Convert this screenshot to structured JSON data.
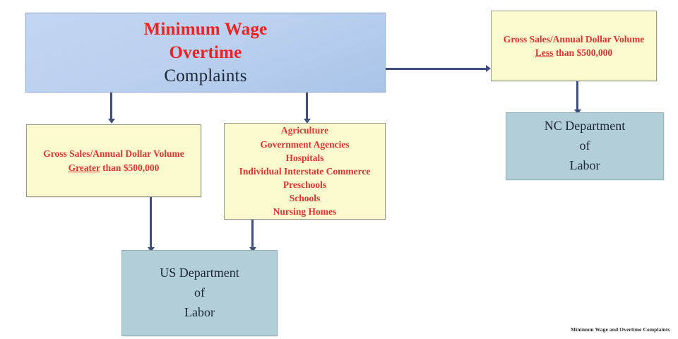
{
  "diagram": {
    "caption": "Minimum Wage and Overtime Complaints",
    "colors": {
      "title_box_fill": "#bcd1ef",
      "criteria_box_fill": "#fbfacf",
      "department_box_fill": "#b2ced6",
      "connector": "#3e4f7d",
      "red_text": "#ee2222",
      "dark_text": "#1d2735"
    },
    "root": {
      "red_line_1": "Minimum Wage",
      "red_line_2": "Overtime",
      "black_line": "Complaints"
    },
    "criteria_greater": {
      "line_1": "Gross Sales/Annual Dollar Volume",
      "line_2_underlined": "Greater",
      "line_2_rest": " than $500,000"
    },
    "criteria_less": {
      "line_1": "Gross Sales/Annual Dollar Volume",
      "line_2_underlined": "Less",
      "line_2_rest": " than $500,000"
    },
    "coverage_list": {
      "items": [
        "Agriculture",
        "Government Agencies",
        "Hospitals",
        "Individual Interstate Commerce",
        "Preschools",
        "Schools",
        "Nursing Homes"
      ]
    },
    "us_department": {
      "line_1": "US Department",
      "line_2": "of",
      "line_3": "Labor"
    },
    "nc_department": {
      "line_1": "NC Department",
      "line_2": "of",
      "line_3": "Labor"
    }
  }
}
